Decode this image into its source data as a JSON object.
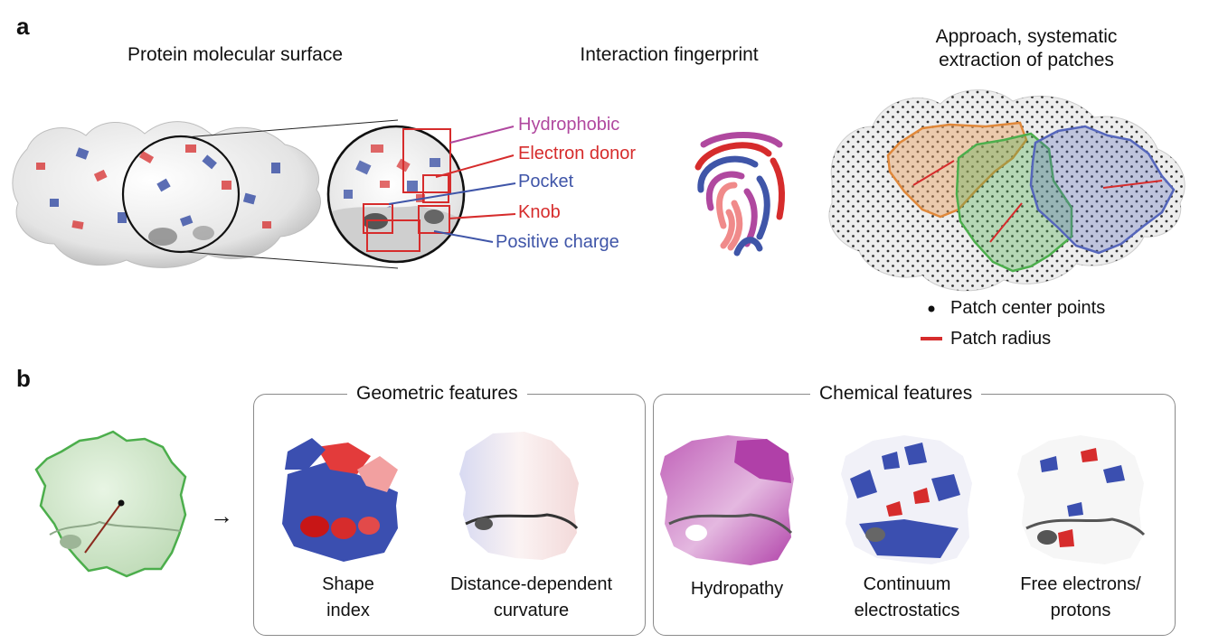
{
  "panel_a": {
    "letter": "a",
    "surface_title": "Protein molecular surface",
    "fingerprint_title": "Interaction fingerprint",
    "approach_title_line1": "Approach, systematic",
    "approach_title_line2": "extraction of patches",
    "features": [
      {
        "label": "Hydrophobic",
        "color": "#b0489f"
      },
      {
        "label": "Electron donor",
        "color": "#d62c2c"
      },
      {
        "label": "Pocket",
        "color": "#3f55a8"
      },
      {
        "label": "Knob",
        "color": "#d62c2c"
      },
      {
        "label": "Positive charge",
        "color": "#3f55a8"
      }
    ],
    "legend": {
      "center_points": "Patch center points",
      "radius": "Patch radius"
    }
  },
  "panel_b": {
    "letter": "b",
    "geometric_title": "Geometric features",
    "chemical_title": "Chemical features",
    "arrow": "→",
    "captions": {
      "shape_index": [
        "Shape",
        "index"
      ],
      "curvature": [
        "Distance-dependent",
        "curvature"
      ],
      "hydropathy": [
        "Hydropathy"
      ],
      "electrostatics": [
        "Continuum",
        "electrostatics"
      ],
      "free_electrons": [
        "Free electrons/",
        "protons"
      ]
    }
  },
  "colors": {
    "red": "#d62c2c",
    "blue": "#3f55a8",
    "magenta": "#b0489f",
    "orange": "#e8a060",
    "green": "#4cae4c",
    "patch_blue": "#5566bb",
    "pink": "#f08a8a"
  }
}
